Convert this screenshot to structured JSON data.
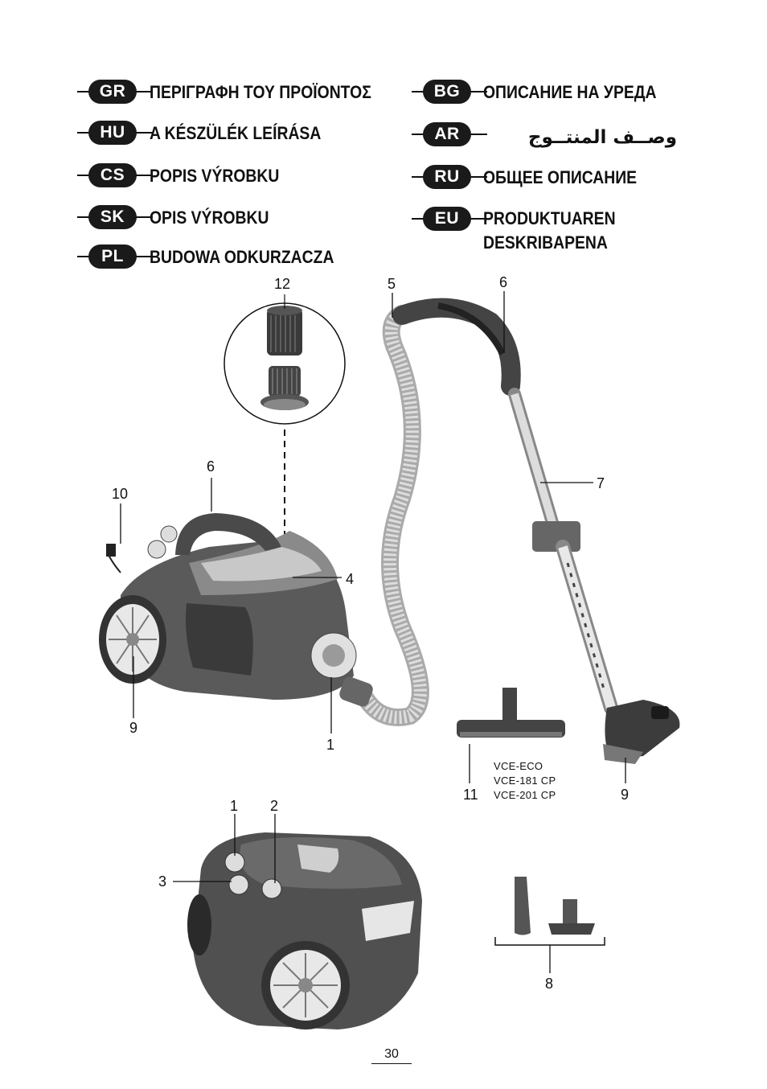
{
  "languages": [
    {
      "code": "GR",
      "title": "ΠΕΡΙΓΡΑΦΗ ΤΟΥ ΠΡΟΪΟΝΤΟΣ"
    },
    {
      "code": "HU",
      "title": "A KÉSZÜLÉK LEÍRÁSA"
    },
    {
      "code": "CS",
      "title": "POPIS VÝROBKU"
    },
    {
      "code": "SK",
      "title": "OPIS VÝROBKU"
    },
    {
      "code": "PL",
      "title": "BUDOWA ODKURZACZA"
    },
    {
      "code": "BG",
      "title": "ОПИСАНИЕ НА УРЕДА"
    },
    {
      "code": "AR",
      "title": "وصــف المنتــوج"
    },
    {
      "code": "RU",
      "title": "ОБЩЕЕ ОПИСАНИЕ"
    },
    {
      "code": "EU",
      "title": "PRODUKTUAREN DESKRIBAPENA"
    }
  ],
  "callouts": {
    "filter": "12",
    "hose": "5",
    "handle": "6",
    "body_handle": "6",
    "cord_plug": "10",
    "cover": "4",
    "tube": "7",
    "rear_wheel": "9",
    "hose_inlet": "1",
    "floor_brush_wheel": "9",
    "parquet_brush": "11",
    "knob_1": "1",
    "knob_2": "2",
    "knob_3": "3",
    "accessories": "8"
  },
  "models": [
    "VCE-ECO",
    "VCE-181 CP",
    "VCE-201 CP"
  ],
  "page_number": "30"
}
